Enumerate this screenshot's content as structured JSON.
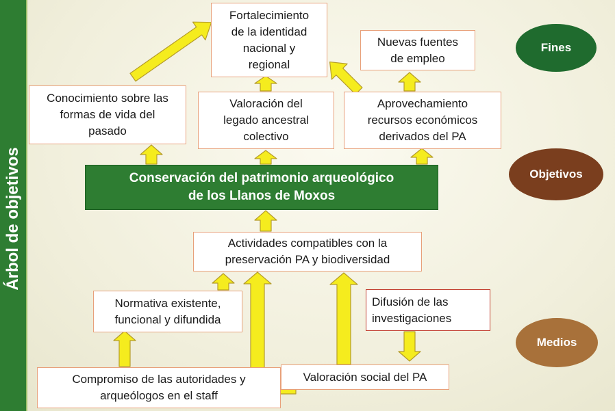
{
  "sidebar": {
    "title": "Árbol de objetivos"
  },
  "legend": {
    "fines": {
      "label": "Fines",
      "color": "#1f6b2e"
    },
    "objetivos": {
      "label": "Objetivos",
      "color": "#7a3e1e"
    },
    "medios": {
      "label": "Medios",
      "color": "#a8713a"
    }
  },
  "boxes": {
    "fortalecimiento": "Fortalecimiento\nde la identidad\nnacional y\nregional",
    "nuevas_fuentes": "Nuevas fuentes\nde empleo",
    "conocimiento": "Conocimiento sobre las\nformas de vida del\npasado",
    "valoracion_legado": "Valoración del\nlegado ancestral\ncolectivo",
    "aprovechamiento": "Aprovechamiento\nrecursos económicos\nderivados del PA",
    "central": "Conservación del patrimonio arqueológico\nde los Llanos de Moxos",
    "actividades": "Actividades compatibles con la\npreservación PA y biodiversidad",
    "normativa": "Normativa existente,\nfuncional y difundida",
    "difusion": "Difusión de las\ninvestigaciones",
    "compromiso": "Compromiso de las autoridades y\narqueólogos en el staff",
    "valoracion_social": "Valoración social del PA"
  },
  "colors": {
    "arrow_fill": "#f5ec1e",
    "main_box": "#2e7d32",
    "sidebar": "#2e7d32"
  }
}
